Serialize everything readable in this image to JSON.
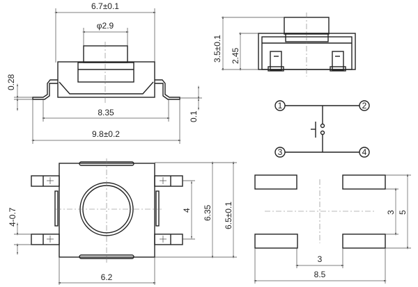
{
  "side_view": {
    "width_body": "6.7±0.1",
    "button_dia": "φ2.9",
    "lead_span_inner": "8.35",
    "lead_span_total": "9.8±0.2",
    "lead_thickness": "0.28",
    "standoff": "0.1"
  },
  "front_view": {
    "height_total": "3.5±0.1",
    "height_body": "2.45"
  },
  "schematic": {
    "pins": [
      "1",
      "2",
      "3",
      "4"
    ]
  },
  "top_view": {
    "pin_pitch": "4",
    "body_length": "6.35",
    "body_length_tol": "6.5±0.1",
    "pin_width": "4-0.7",
    "body_width": "6.2"
  },
  "footprint": {
    "pad_gap_x": "3",
    "pad_span_x": "8.5",
    "pad_gap_y": "3",
    "pad_span_y": "5"
  }
}
